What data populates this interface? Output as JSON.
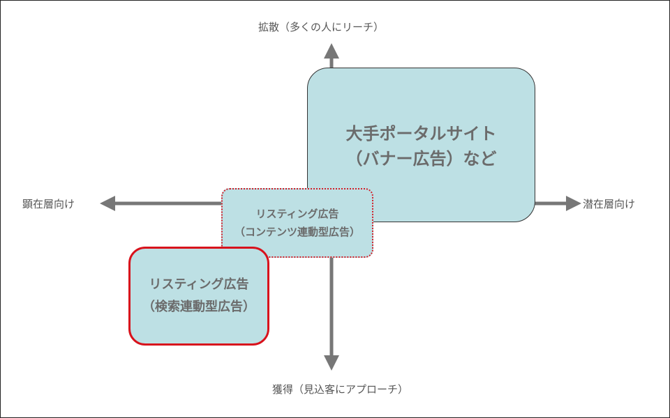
{
  "axes": {
    "top_label": "拡散（多くの人にリーチ）",
    "bottom_label": "獲得（見込客にアプローチ）",
    "left_label": "顕在層向け",
    "right_label": "潜在層向け",
    "arrow_color": "#777777"
  },
  "boxes": {
    "portal": {
      "line1": "大手ポータルサイト",
      "line2": "（バナー広告）など",
      "fill": "#bde0e4"
    },
    "content": {
      "line1": "リスティング広告",
      "line2": "（コンテンツ連動型広告）",
      "fill": "#bde0e4",
      "border": "#d0202a"
    },
    "search": {
      "line1": "リスティング広告",
      "line2": "（検索連動型広告）",
      "fill": "#bde0e4",
      "border": "#d8121c"
    }
  }
}
